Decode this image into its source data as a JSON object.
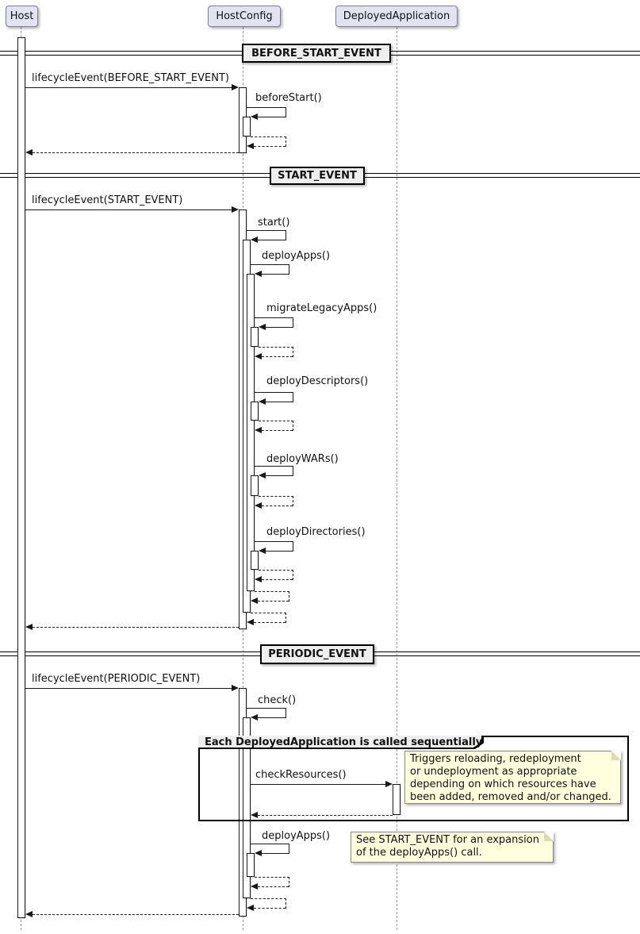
{
  "diagram_type": "uml-sequence-diagram",
  "participants": [
    {
      "label": "Host"
    },
    {
      "label": "HostConfig"
    },
    {
      "label": "DeployedApplication"
    }
  ],
  "dividers": [
    {
      "label": "BEFORE_START_EVENT"
    },
    {
      "label": "START_EVENT"
    },
    {
      "label": "PERIODIC_EVENT"
    }
  ],
  "messages": {
    "lifecycle_before_start": "lifecycleEvent(BEFORE_START_EVENT)",
    "before_start": "beforeStart()",
    "lifecycle_start": "lifecycleEvent(START_EVENT)",
    "start": "start()",
    "deploy_apps": "deployApps()",
    "migrate_legacy_apps": "migrateLegacyApps()",
    "deploy_descriptors": "deployDescriptors()",
    "deploy_wars": "deployWARs()",
    "deploy_directories": "deployDirectories()",
    "lifecycle_periodic": "lifecycleEvent(PERIODIC_EVENT)",
    "check": "check()",
    "check_resources": "checkResources()",
    "deploy_apps_periodic": "deployApps()"
  },
  "group": {
    "title": "Each DeployedApplication is called sequentially"
  },
  "notes": [
    {
      "lines": [
        "Triggers reloading, redeployment",
        "or undeployment as appropriate",
        "depending on which resources have",
        "been added, removed and/or changed."
      ]
    },
    {
      "lines": [
        "See START_EVENT for an expansion",
        "of the deployApps() call."
      ]
    }
  ],
  "colors": {
    "participant_fill": "#E2E2F0",
    "participant_border": "#7f7f94",
    "divider_fill": "#EEEEEE",
    "note_fill": "#FEFFDD",
    "note_border": "#888888",
    "line_color": "#181818",
    "background": "#FFFFFF"
  }
}
